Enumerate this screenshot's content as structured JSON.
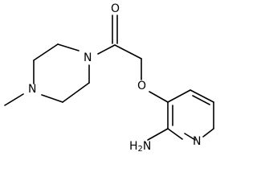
{
  "molecule": {
    "atoms": {
      "carbonyl_oxygen": "O",
      "amide_nitrogen": "N",
      "methyl_nitrogen": "N",
      "ether_oxygen": "O",
      "pyridine_nitrogen": "N",
      "amine": {
        "main": "H",
        "subscript": "2",
        "suffix": "N"
      }
    }
  }
}
